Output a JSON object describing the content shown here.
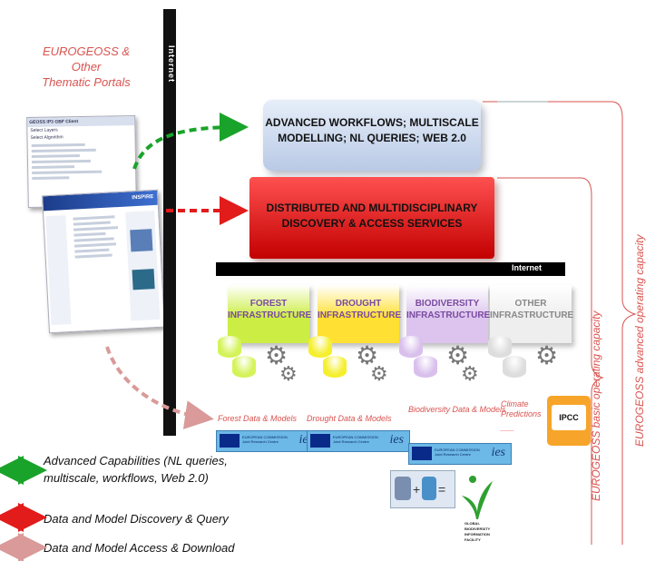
{
  "portal_title": "EUROGEOSS & Other\nThematic Portals",
  "internet_vertical": "Internet",
  "internet_horizontal": "Internet",
  "tiers": {
    "top": "ADVANCED WORKFLOWS; MULTISCALE\nMODELLING; NL QUERIES; WEB 2.0",
    "middle": "DISTRIBUTED AND MULTIDISCIPLINARY\nDISCOVERY & ACCESS SERVICES"
  },
  "infrastructures": [
    {
      "label": "FOREST\nINFRASTRUCTURE",
      "color": "#ccee44",
      "text_color": "#7a4aa0",
      "cyl_color": "#d4f35a"
    },
    {
      "label": "DROUGHT\nINFRASTRUCTURE",
      "color": "#ffe033",
      "text_color": "#7a4aa0",
      "cyl_color": "#f5ef2e"
    },
    {
      "label": "BIODIVERSITY\nINFRASTRUCTURE",
      "color": "#dcc4ee",
      "text_color": "#7a4aa0",
      "cyl_color": "#d9c0ec"
    },
    {
      "label": "OTHER\nINFRASTRUCTURE",
      "color": "#eeeeee",
      "text_color": "#888888",
      "cyl_color": "#dddddd"
    }
  ],
  "data_labels": [
    "Forest Data & Models",
    "Drought Data & Models",
    "Biodiversity Data & Models",
    "Climate\nPredictions"
  ],
  "climate_dash": "___",
  "side_labels": {
    "basic": "EUROGEOSS basic operating capacity",
    "advanced": "EUROGEOSS advanced operating capacity"
  },
  "legend": [
    {
      "text": "Advanced Capabilities (NL queries,\nmultiscale, workflows, Web 2.0)",
      "color": "#1aa32a"
    },
    {
      "text": "Data and Model Discovery & Query",
      "color": "#e21b1b"
    },
    {
      "text": "Data and Model Access & Download",
      "color": "#d99a99"
    }
  ],
  "screenshot1": {
    "title": "GEOSS IP3 GBF Client",
    "lines": [
      "Select Layers",
      "Select Algorithm"
    ]
  },
  "screenshot2": {
    "title": "INSPIRE"
  },
  "jrc": {
    "text": "EUROPEAN COMMISSION\nJoint Research Centre",
    "ies": "ies"
  },
  "ipcc": "IPCC",
  "gbif": "GLOBAL\nBIODIVERSITY\nINFORMATION\nFACILITY",
  "colors": {
    "green_arrow": "#1aa32a",
    "red_arrow": "#e21b1b",
    "pink_arrow": "#d99a99",
    "brace": "#d9534f"
  }
}
